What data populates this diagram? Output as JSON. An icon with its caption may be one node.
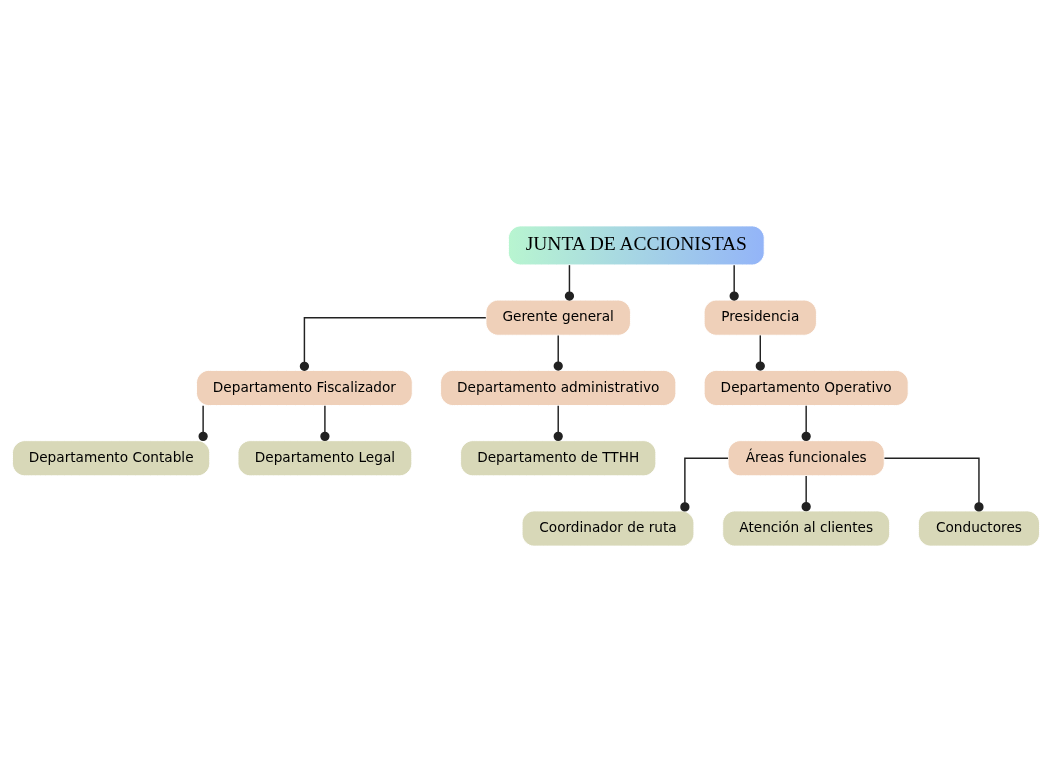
{
  "diagram": {
    "nodes": [
      {
        "text": [
          "JUNTA DE ACCIONISTAS"
        ]
      },
      {
        "text": [
          "Gerente general"
        ]
      },
      {
        "text": [
          "Presidencia"
        ]
      },
      {
        "text": [
          "Departamento Fiscalizador"
        ]
      },
      {
        "text": [
          "Departamento administrativo"
        ]
      },
      {
        "text": [
          "Departamento Contable"
        ]
      },
      {
        "text": [
          "Departamento Legal"
        ]
      },
      {
        "text": [
          "Departamento de TTHH"
        ]
      },
      {
        "text": [
          "Departamento Operativo"
        ]
      },
      {
        "text": [
          "Áreas funcionales"
        ]
      },
      {
        "text": [
          "Coordinador de ruta"
        ]
      },
      {
        "text": [
          "Atención al clientes"
        ]
      },
      {
        "text": [
          "Conductores"
        ]
      }
    ],
    "edges": [
      {
        "from": 0,
        "to": 1,
        "arrow": "other"
      },
      {
        "from": 0,
        "to": 2,
        "arrow": "other"
      },
      {
        "from": 1,
        "to": 3,
        "arrow": "other"
      },
      {
        "from": 1,
        "to": 4,
        "arrow": "other"
      },
      {
        "from": 3,
        "to": 5,
        "arrow": "other"
      },
      {
        "from": 3,
        "to": 6,
        "arrow": "other"
      },
      {
        "from": 4,
        "to": 7,
        "arrow": "other"
      },
      {
        "from": 2,
        "to": 8,
        "arrow": "other"
      },
      {
        "from": 8,
        "to": 9,
        "arrow": "other"
      },
      {
        "from": 9,
        "to": 10,
        "arrow": "other"
      },
      {
        "from": 9,
        "to": 11,
        "arrow": "other"
      },
      {
        "from": 9,
        "to": 12,
        "arrow": "other"
      }
    ]
  }
}
